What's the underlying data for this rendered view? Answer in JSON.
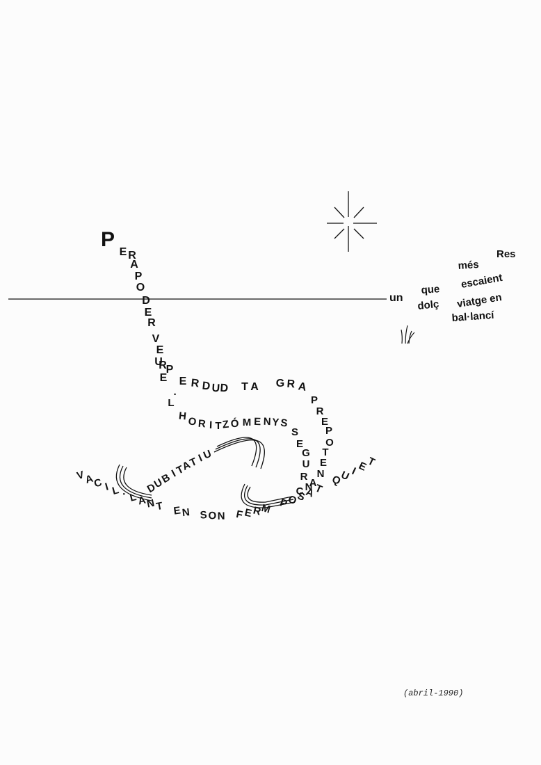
{
  "poem": {
    "initial": "P",
    "line_main": "ERAPODERVEUREPERDUDA TAN GRAN",
    "horizon_segment": "L·HORITZÓ MENYS",
    "prepotent": "PREPOTENT",
    "seguranca": "SEGURANÇA",
    "dubitatiu": "DUBITATIU",
    "vacillant": "VACIL·LANT EN SON FERM POSAT QUIET",
    "line_un": "un",
    "line_que": "que",
    "line_dolc": "dolç",
    "line_res": "Res",
    "line_mes": "més",
    "line_escaient": "escaient",
    "line_viatge": "viatge en",
    "line_ballanci": "bal·lancí"
  },
  "date": "(abril-1990)"
}
